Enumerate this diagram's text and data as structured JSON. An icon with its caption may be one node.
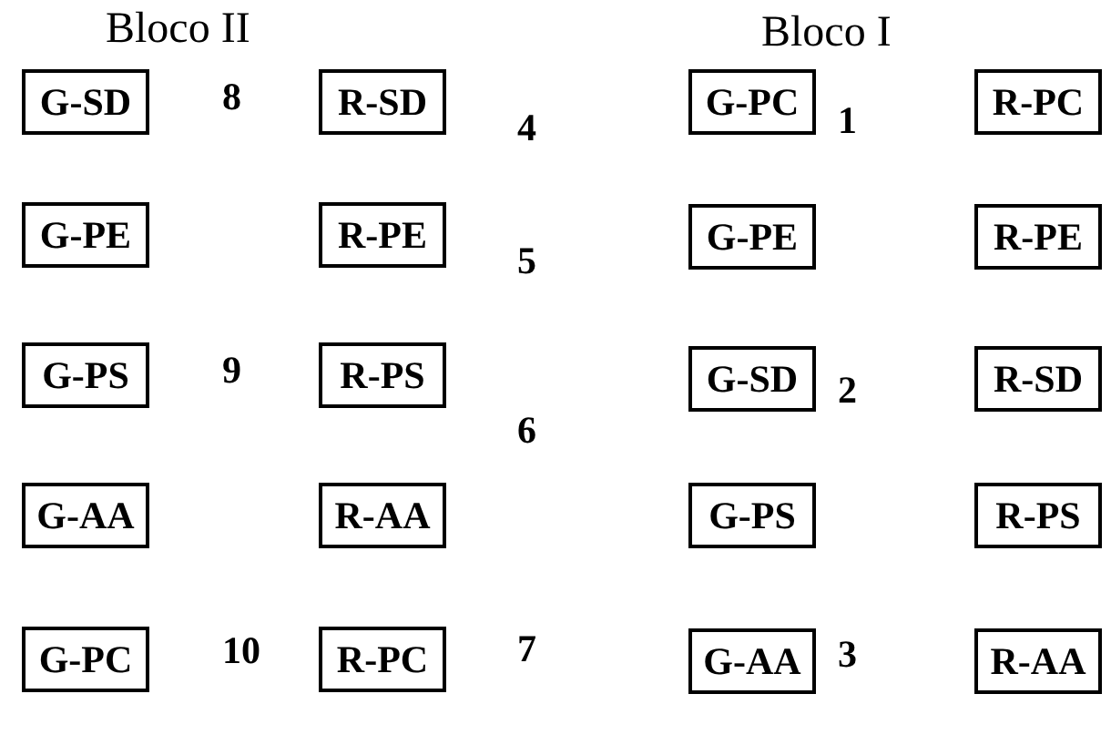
{
  "diagram": {
    "nodes": [
      {
        "text": [
          "G-SD"
        ]
      },
      {
        "text": [
          "R-SD"
        ]
      },
      {
        "text": [
          "G-PC"
        ]
      },
      {
        "text": [
          "R-PC"
        ]
      },
      {
        "text": [
          "G-PE"
        ]
      },
      {
        "text": [
          "R-PE"
        ]
      },
      {
        "text": [
          "G-PE"
        ]
      },
      {
        "text": [
          "R-PE"
        ]
      },
      {
        "text": [
          "G-PS"
        ]
      },
      {
        "text": [
          "R-PS"
        ]
      },
      {
        "text": [
          "G-SD"
        ]
      },
      {
        "text": [
          "R-SD"
        ]
      },
      {
        "text": [
          "G-AA"
        ]
      },
      {
        "text": [
          "R-AA"
        ]
      },
      {
        "text": [
          "G-PS"
        ]
      },
      {
        "text": [
          "R-PS"
        ]
      },
      {
        "text": [
          "G-PC"
        ]
      },
      {
        "text": [
          "R-PC"
        ]
      },
      {
        "text": [
          "G-AA"
        ]
      },
      {
        "text": [
          "R-AA"
        ]
      }
    ],
    "labels": [
      "Bloco II",
      "Bloco I",
      "8",
      "4",
      "1",
      "5",
      "9",
      "2",
      "6",
      "10",
      "7",
      "3"
    ]
  }
}
